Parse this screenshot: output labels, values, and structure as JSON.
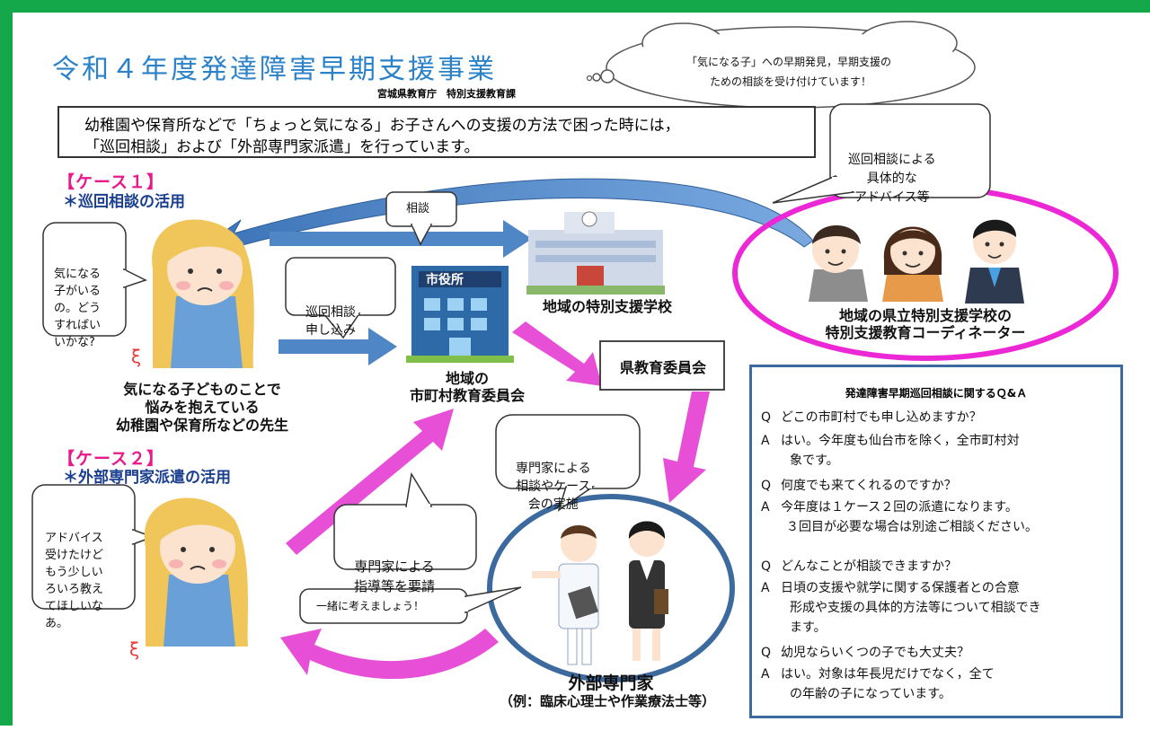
{
  "title": "令和４年度発達障害早期支援事業",
  "organization": "宮城県教育庁　特別支援教育課",
  "cloud": {
    "line1": "「気になる子」への早期発見，早期支援の",
    "line2": "ための相談を受け付けています！"
  },
  "intro": {
    "line1": "幼稚園や保育所などで「ちょっと気になる」お子さんへの支援の方法で困った時には，",
    "line2": "「巡回相談」および「外部専門家派遣」を行っています。"
  },
  "case1": {
    "heading": "【ケース１】",
    "subheading": "＊巡回相談の活用",
    "teacher_bubble": [
      "気になる",
      "子がいる",
      "の。どう",
      "すればい",
      "いかな?"
    ],
    "teacher_caption": [
      "気になる子どものことで",
      "悩みを抱えている",
      "幼稚園や保育所などの先生"
    ]
  },
  "case2": {
    "heading": "【ケース２】",
    "subheading": "＊外部専門家派遣の活用",
    "teacher_bubble": [
      "アドバイス",
      "受けたけど",
      "もう少しい",
      "ろいろ教え",
      "てほしいな",
      "あ。"
    ]
  },
  "labels": {
    "consult": "相談",
    "junkai_apply": [
      "巡回相談",
      "申し込み"
    ],
    "city_office_sign": "市役所",
    "local_school": "地域の特別支援学校",
    "municipal_board": [
      "地域の",
      "市町村教育委員会"
    ],
    "pref_board": "県教育委員会",
    "advice_bubble": [
      "巡回相談による",
      "具体的な",
      "アドバイス等"
    ],
    "coordinator": [
      "地域の県立特別支援学校の",
      "特別支援教育コーディネーター"
    ],
    "expert_consult_bubble": [
      "専門家による",
      "相談やケース",
      "会の実施"
    ],
    "expert_request": [
      "専門家による",
      "指導等を要請"
    ],
    "think_together": "一緒に考えましょう！",
    "expert_title": "外部専門家",
    "expert_example": "（例：臨床心理士や作業療法士等）"
  },
  "qa": {
    "title": "発達障害早期巡回相談に関するＱ&Ａ",
    "q_mark": "Q",
    "a_mark": "A",
    "items": [
      {
        "q": "どこの市町村でも申し込めますか？",
        "a": [
          "はい。今年度も仙台市を除く，全市町村対",
          "象です。"
        ]
      },
      {
        "q": "何度でも来てくれるのですか？",
        "a": [
          "今年度は１ケース２回の派遣になります。",
          "３回目が必要な場合は別途ご相談ください。"
        ]
      },
      {
        "q": "どんなことが相談できますか？",
        "a": [
          "日頃の支援や就学に関する保護者との合意",
          "形成や支援の具体的方法等について相談でき",
          "ます。"
        ]
      },
      {
        "q": "幼児ならいくつの子でも大丈夫？",
        "a": [
          "はい。対象は年長児だけでなく，全て",
          "の年齢の子になっています。"
        ]
      }
    ]
  },
  "colors": {
    "border_green": "#14a84a",
    "title_blue": "#2b82c9",
    "arrow_blue": "#4f86c6",
    "arrow_magenta": "#e64fd6",
    "ellipse_magenta": "#ec28d6",
    "expert_circle": "#3d6a9e",
    "case_pink": "#e8198b",
    "case_navy": "#1b3f8f"
  }
}
